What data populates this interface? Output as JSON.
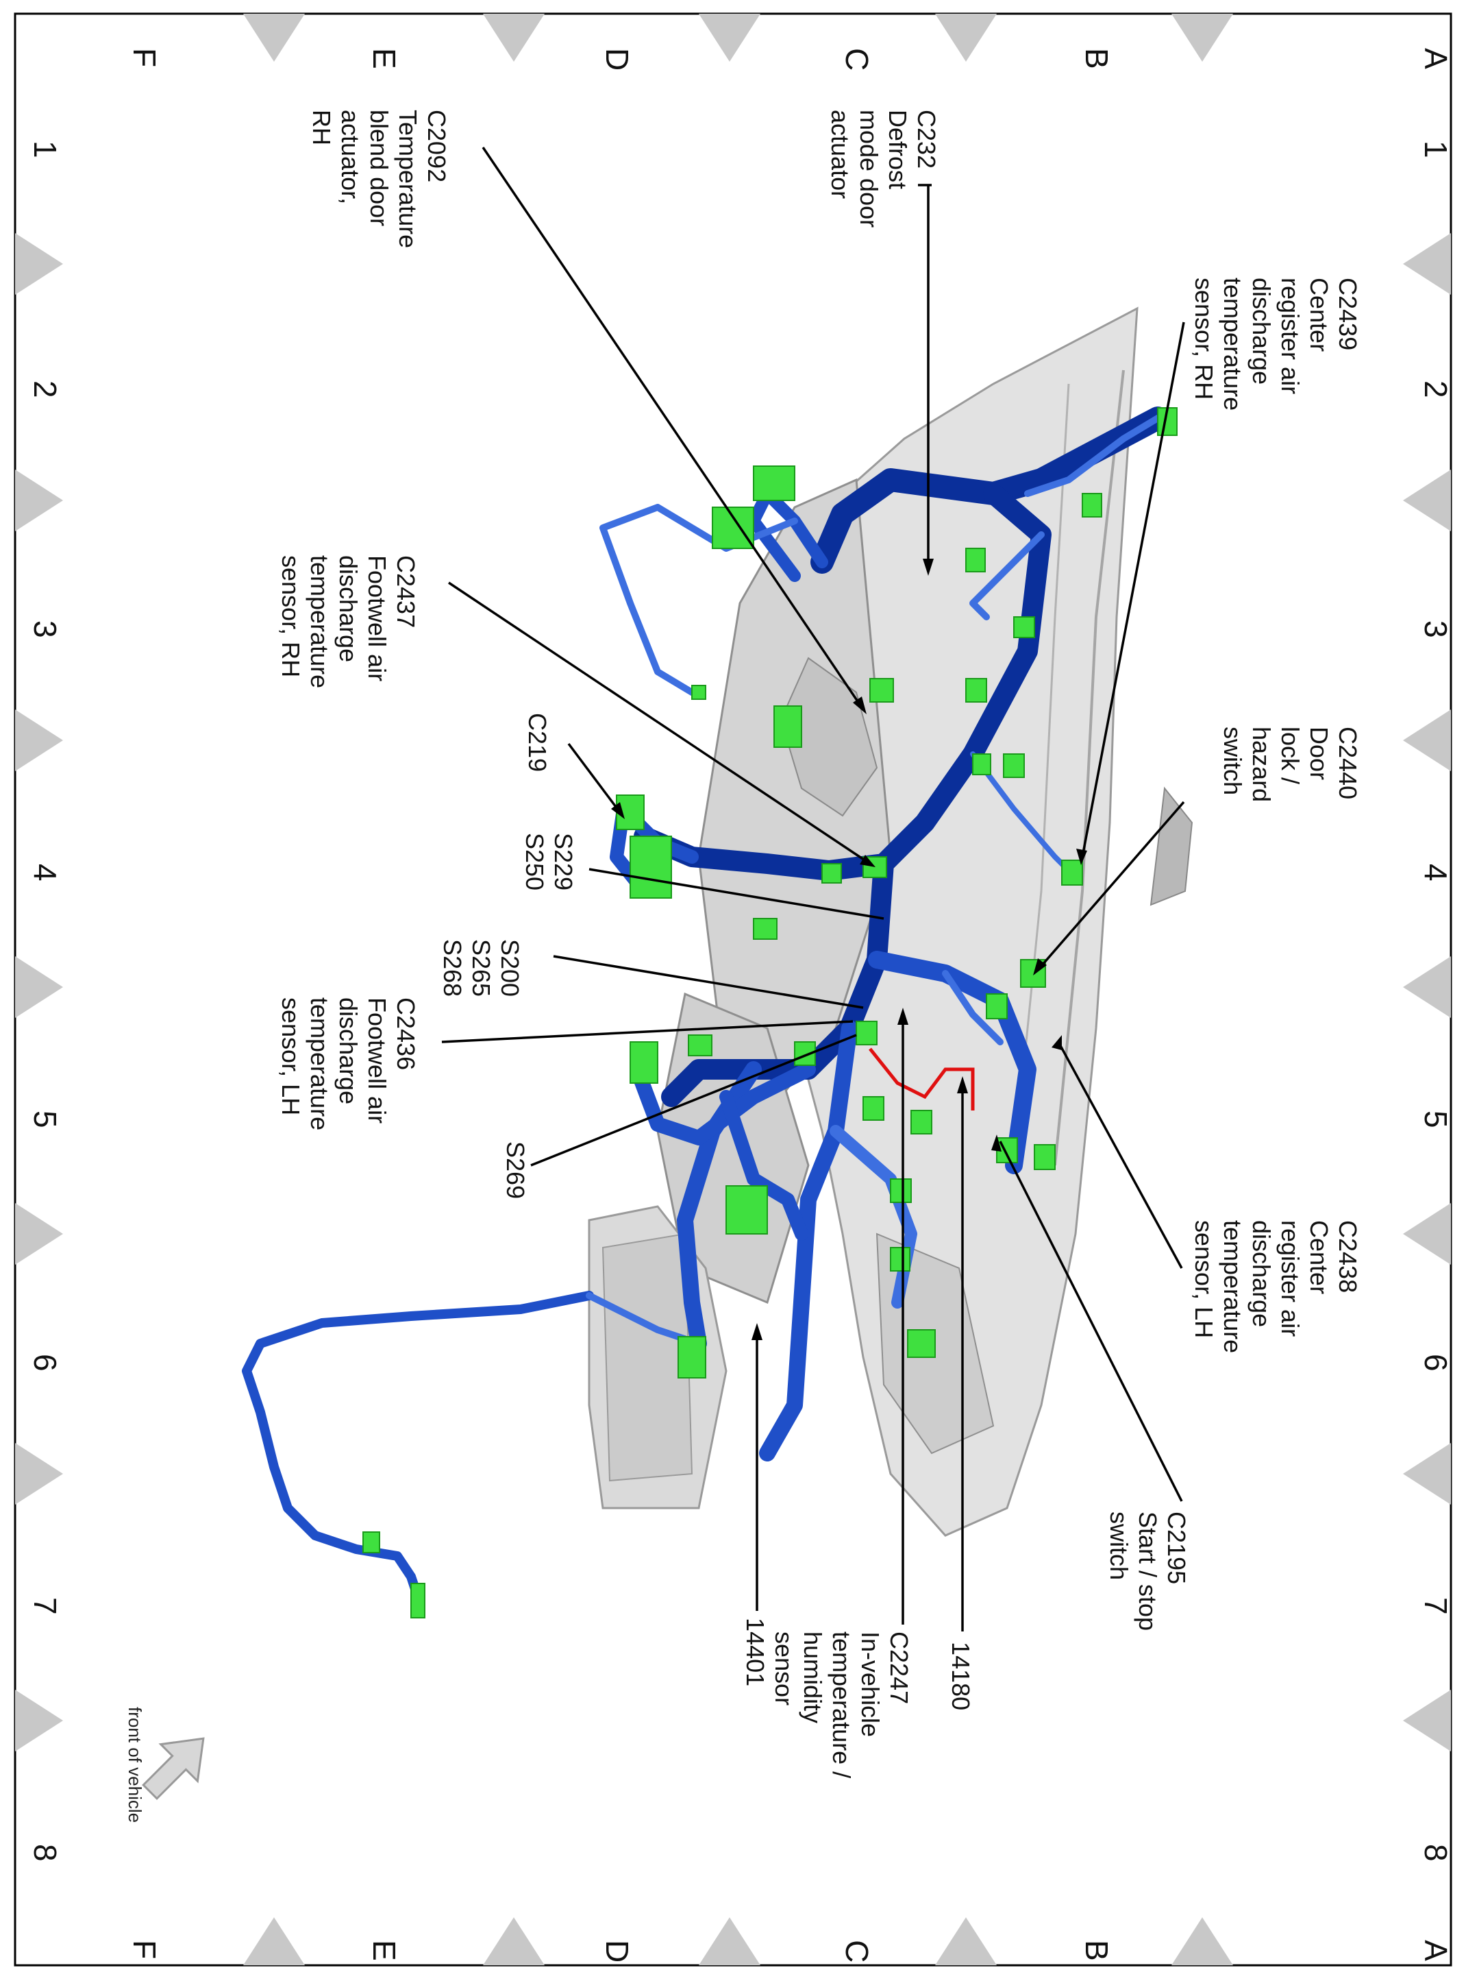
{
  "grid": {
    "letters": [
      "A",
      "B",
      "C",
      "D",
      "E",
      "F"
    ],
    "numbers": [
      "1",
      "2",
      "3",
      "4",
      "5",
      "6",
      "7",
      "8"
    ]
  },
  "colors": {
    "harness_dark": "#0a2f9a",
    "harness_mid": "#1f4fc8",
    "harness_light": "#3d6fe0",
    "connector": "#3fe03f",
    "body_gray": "#d8d8d8",
    "tick": "#c8c8c8",
    "red_wire": "#e01010"
  },
  "labels": {
    "c232": [
      "C232",
      "Defrost",
      "mode door",
      "actuator"
    ],
    "c2092": [
      "C2092",
      "Temperature",
      "blend door",
      "actuator,",
      "RH"
    ],
    "c2439": [
      "C2439",
      "Center",
      "register air",
      "discharge",
      "temperature",
      "sensor, RH"
    ],
    "c2440": [
      "C2440",
      "Door",
      "lock /",
      "hazard",
      "switch"
    ],
    "c2437": [
      "C2437",
      "Footwell air",
      "discharge",
      "temperature",
      "sensor, RH"
    ],
    "c219": [
      "C219"
    ],
    "s229": [
      "S229",
      "S250"
    ],
    "s200": [
      "S200",
      "S265",
      "S268"
    ],
    "c2436": [
      "C2436",
      "Footwell air",
      "discharge",
      "temperature",
      "sensor, LH"
    ],
    "s269": [
      "S269"
    ],
    "c2438": [
      "C2438",
      "Center",
      "register air",
      "discharge",
      "temperature",
      "sensor, LH"
    ],
    "c2195": [
      "C2195",
      "Start / stop",
      "switch"
    ],
    "n14401": [
      "14401"
    ],
    "c2247": [
      "C2247",
      "In-vehicle",
      "temperature /",
      "humidity",
      "sensor"
    ],
    "n14180": [
      "14180"
    ]
  },
  "orientation": {
    "label": "front of vehicle",
    "arrow_icon": "direction-arrow-icon"
  }
}
